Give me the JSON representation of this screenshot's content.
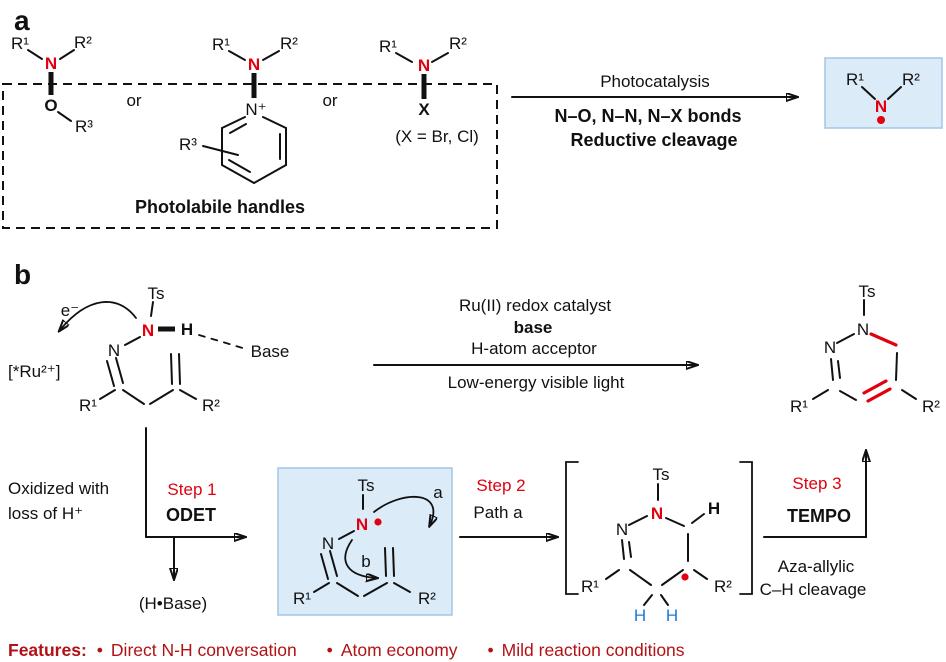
{
  "colors": {
    "red": "#e2000f",
    "dark_red": "#b11216",
    "blue": "#1f7ad4",
    "box_fill": "#dcebf8",
    "box_border": "#a3c6e7"
  },
  "panel_a": {
    "label": "a",
    "or_1": "or",
    "or_2": "or",
    "aminooxy": {
      "r1": "R¹",
      "r2": "R²",
      "n": "N",
      "o": "O",
      "r3": "R³"
    },
    "pyridinium": {
      "r1": "R¹",
      "r2": "R²",
      "n": "N",
      "n_ring": "N⁺",
      "r3": "R³"
    },
    "halide": {
      "r1": "R¹",
      "r2": "R²",
      "n": "N",
      "x": "X",
      "x_note": "(X = Br, Cl)"
    },
    "handles_label": "Photolabile handles",
    "arrow_top": "Photocatalysis",
    "arrow_bottom_1": "N–O, N–N, N–X bonds",
    "arrow_bottom_2": "Reductive cleavage",
    "product": {
      "r1": "R¹",
      "r2": "R²",
      "n": "N"
    }
  },
  "panel_b": {
    "label": "b",
    "electron": "e⁻",
    "ru_complex": "[*Ru²⁺]",
    "hydrazone": {
      "ts": "Ts",
      "n_red": "N",
      "h": "H",
      "base": "Base",
      "n": "N",
      "r1": "R¹",
      "r2": "R²"
    },
    "main_arrow": {
      "line1": "Ru(II) redox catalyst",
      "line2": "base",
      "line3": "H-atom acceptor",
      "line4": "Low-energy visible light"
    },
    "oxidized_1": "Oxidized with",
    "oxidized_2": "loss of H⁺",
    "step1": {
      "label": "Step 1",
      "name": "ODET",
      "byproduct": "(H•Base)"
    },
    "radical": {
      "ts": "Ts",
      "n_red": "N",
      "n": "N",
      "r1": "R¹",
      "r2": "R²",
      "path_a": "a",
      "path_b": "b"
    },
    "step2": {
      "label": "Step 2",
      "name": "Path a"
    },
    "cyclic": {
      "ts": "Ts",
      "n_red": "N",
      "n": "N",
      "h": "H",
      "h_blue1": "H",
      "h_blue2": "H",
      "r1": "R¹",
      "r2": "R²"
    },
    "step3": {
      "label": "Step 3",
      "name": "TEMPO",
      "note1": "Aza-allylic",
      "note2": "C–H cleavage"
    },
    "product": {
      "ts": "Ts",
      "n1": "N",
      "n2": "N",
      "r1": "R¹",
      "r2": "R²"
    }
  },
  "features": {
    "label": "Features:",
    "bullet": "•",
    "items": [
      "Direct N-H conversation",
      "Atom economy",
      "Mild reaction conditions"
    ]
  }
}
